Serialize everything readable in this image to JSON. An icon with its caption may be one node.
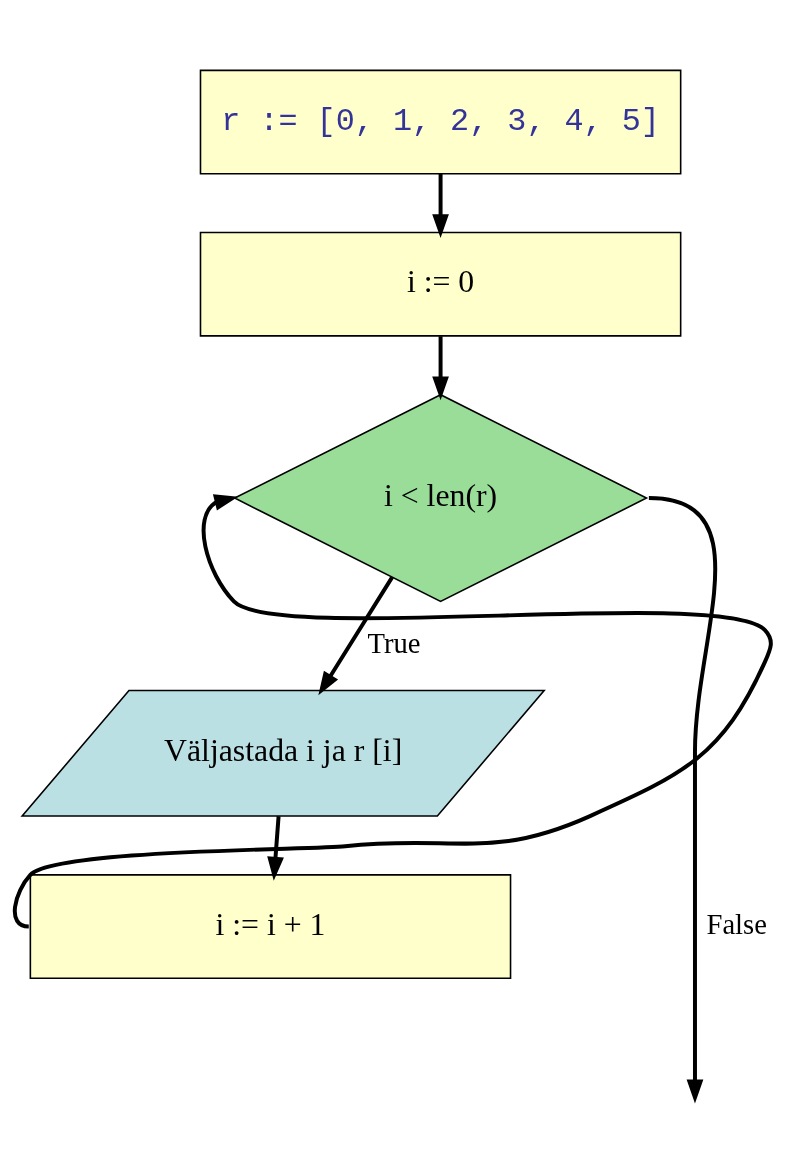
{
  "diagram": {
    "nodes": [
      {
        "text": [
          "r := [0, 1, 2, 3, 4, 5]"
        ]
      },
      {
        "text": [
          "i := 0"
        ]
      },
      {
        "text": [
          "i < len(r)"
        ]
      },
      {
        "text": [
          "Väljastada i ja r [i]"
        ]
      },
      {
        "text": [
          "i := i + 1"
        ]
      }
    ],
    "edges": [
      {
        "from": 0,
        "to": 1,
        "arrow": "to"
      },
      {
        "from": 1,
        "to": 2,
        "arrow": "to"
      },
      {
        "from": 2,
        "to": 3,
        "label": "True",
        "arrow": "to"
      },
      {
        "from": 3,
        "to": 4,
        "arrow": "to"
      },
      {
        "from": 4,
        "to": 2,
        "arrow": "to"
      },
      {
        "from": 2,
        "to": null,
        "label": "False",
        "arrow": "to"
      }
    ]
  }
}
